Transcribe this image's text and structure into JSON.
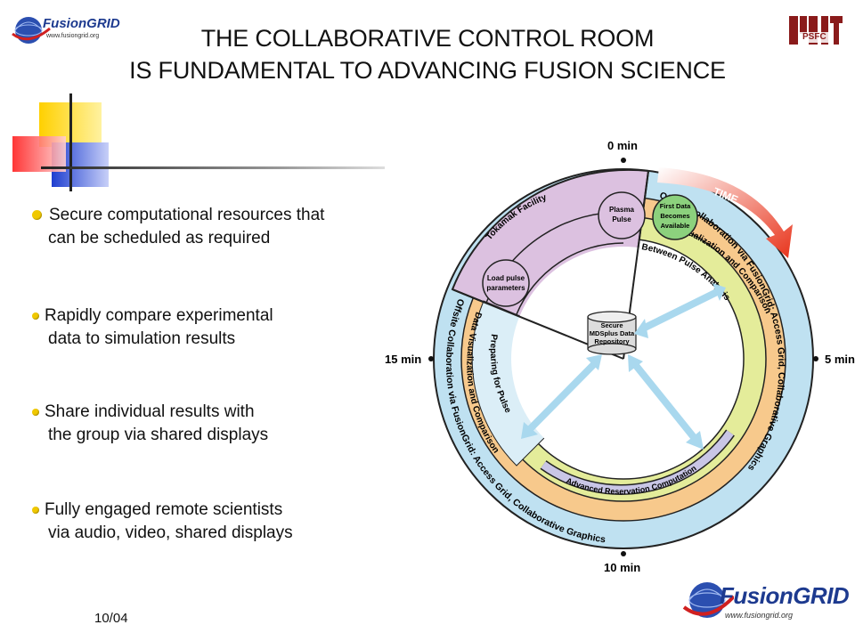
{
  "title_line1": "THE COLLABORATIVE CONTROL ROOM",
  "title_line2": "IS FUNDAMENTAL TO ADVANCING FUSION SCIENCE",
  "logo_top": {
    "name": "FusionGRID",
    "url": "www.fusiongrid.org"
  },
  "logo_bottom": {
    "name": "FusionGRID",
    "url": "www.fusiongrid.org"
  },
  "mit_logo": {
    "text": "MIT",
    "sub": "PSFC"
  },
  "bullets": [
    {
      "line1": "Secure computational resources that",
      "line2": "can be scheduled as required"
    },
    {
      "line1": "Rapidly compare experimental",
      "line2": "data to simulation results"
    },
    {
      "line1": "Share individual results with",
      "line2": "the group via shared displays"
    },
    {
      "line1": "Fully engaged remote scientists",
      "line2": "via audio, video, shared displays"
    }
  ],
  "footer_date": "10/04",
  "diagram": {
    "time_labels": {
      "top": "0 min",
      "right": "5 min",
      "bottom": "10 min",
      "left": "15 min"
    },
    "time_arrow": "TIME",
    "tokamak_facility": "Tokamak Facility",
    "plasma_pulse": [
      "Plasma",
      "Pulse"
    ],
    "load_pulse": [
      "Load pulse",
      "parameters"
    ],
    "first_data": [
      "First Data",
      "Becomes",
      "Available"
    ],
    "repository": [
      "Secure",
      "MDSplus Data",
      "Repository"
    ],
    "ring_outer_right": "Offsite Collaboration via FusionGrid: Access Grid, Collaborative Graphics",
    "ring_outer_left": "Offsite Collaboration via FusionGrid: Access Grid, Collaborative Graphics",
    "ring_dataviz_right": "Data Visualization and Comparison",
    "ring_dataviz_left": "Data Visualization and Comparison",
    "ring_between_pulse": "Between Pulse Analysis",
    "ring_preparing": "Preparing for Pulse",
    "ring_reservation": "Advanced Reservation Computation"
  }
}
